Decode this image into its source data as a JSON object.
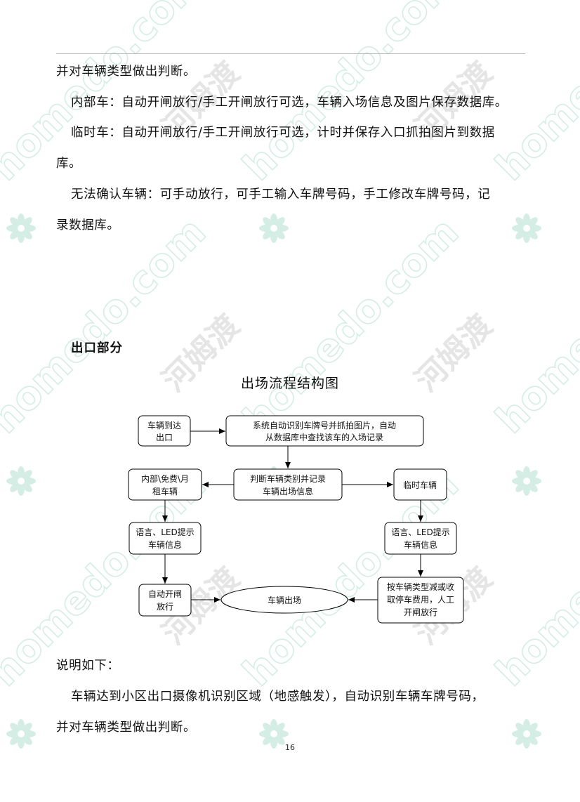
{
  "paragraphs": {
    "p1": "并对车辆类型做出判断。",
    "p2": "内部车：自动开闸放行/手工开闸放行可选，车辆入场信息及图片保存数据库。",
    "p3_line1": "临时车：自动开闸放行/手工开闸放行可选，计时并保存入口抓拍图片到数据",
    "p3_line2": "库。",
    "p4_line1": "无法确认车辆：可手动放行，可手工输入车牌号码，手工修改车牌号码，记",
    "p4_line2": "录数据库。"
  },
  "section_title": "出口部分",
  "flowchart": {
    "title": "出场流程结构图",
    "nodes": {
      "arrive": [
        "车辆到达",
        "出口"
      ],
      "recognize": [
        "系统自动识别车牌号并抓拍图片，自动",
        "从数据库中查找该车的入场记录"
      ],
      "judge": [
        "判断车辆类别并记录",
        "车辆出场信息"
      ],
      "internal": [
        "内部\\免费\\月",
        "租车辆"
      ],
      "temporary": [
        "临时车辆"
      ],
      "voice_left": [
        "语言、LED提示",
        "车辆信息"
      ],
      "voice_right": [
        "语言、LED提示",
        "车辆信息"
      ],
      "auto_open": [
        "自动开闸",
        "放行"
      ],
      "exit": [
        "车辆出场"
      ],
      "charge": [
        "按车辆类型减或收",
        "取停车费用，人工",
        "开闸放行"
      ]
    }
  },
  "explanation": {
    "heading": "说明如下：",
    "line1": "车辆达到小区出口摄像机识别区域（地感触发），自动识别车辆车牌号码，",
    "line2": "并对车辆类型做出判断。"
  },
  "page_number": "16",
  "watermark": {
    "text_latin": "homedo.com",
    "text_cn": "河姆渡",
    "color": "#9fd6c4",
    "icon": "flower-icon"
  }
}
